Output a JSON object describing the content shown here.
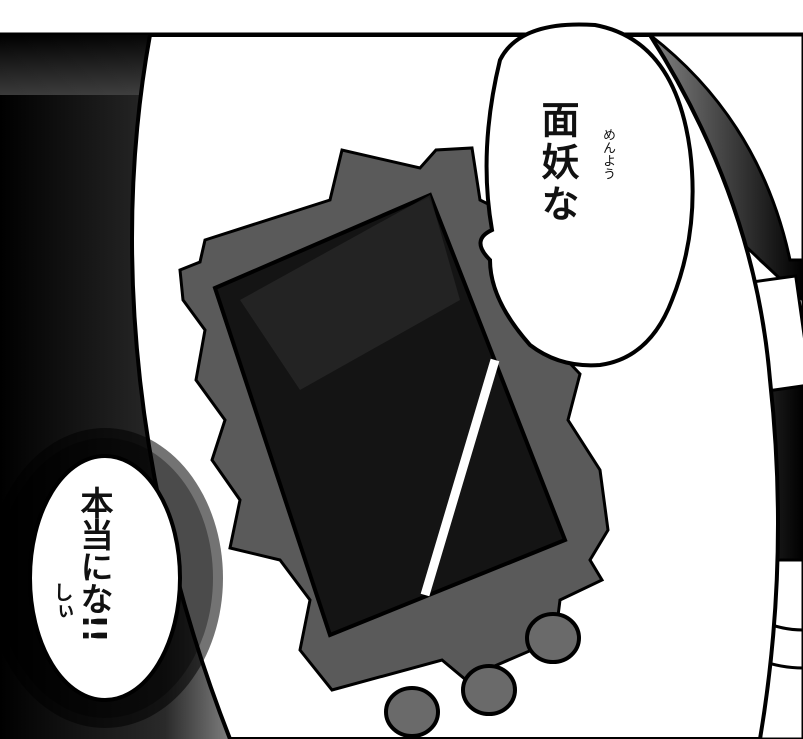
{
  "speech_bubbles": {
    "top_right": {
      "text": "面妖な",
      "furigana": "めんよう"
    },
    "bottom_left": {
      "text": "本当にな!!",
      "trailing": "しぃ"
    }
  },
  "colors": {
    "ink": "#111111",
    "screen_frame": "#5a5a5a",
    "screen": "#141414",
    "buttons": "#6a6a6a",
    "paper": "#ffffff"
  }
}
